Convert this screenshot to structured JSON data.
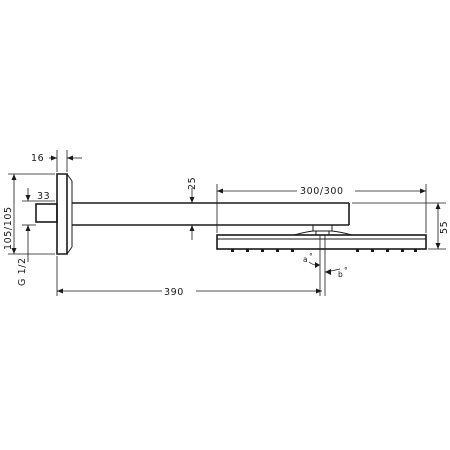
{
  "dimensions": {
    "plate_thickness": "16",
    "arm_height": "25",
    "head_size": "300/300",
    "wall_offset": "105/105",
    "flange_length": "33",
    "thread": "G 1/2",
    "head_height": "55",
    "arm_length": "390",
    "angle_a": "a",
    "angle_b": "b",
    "degree_mark": "°"
  }
}
